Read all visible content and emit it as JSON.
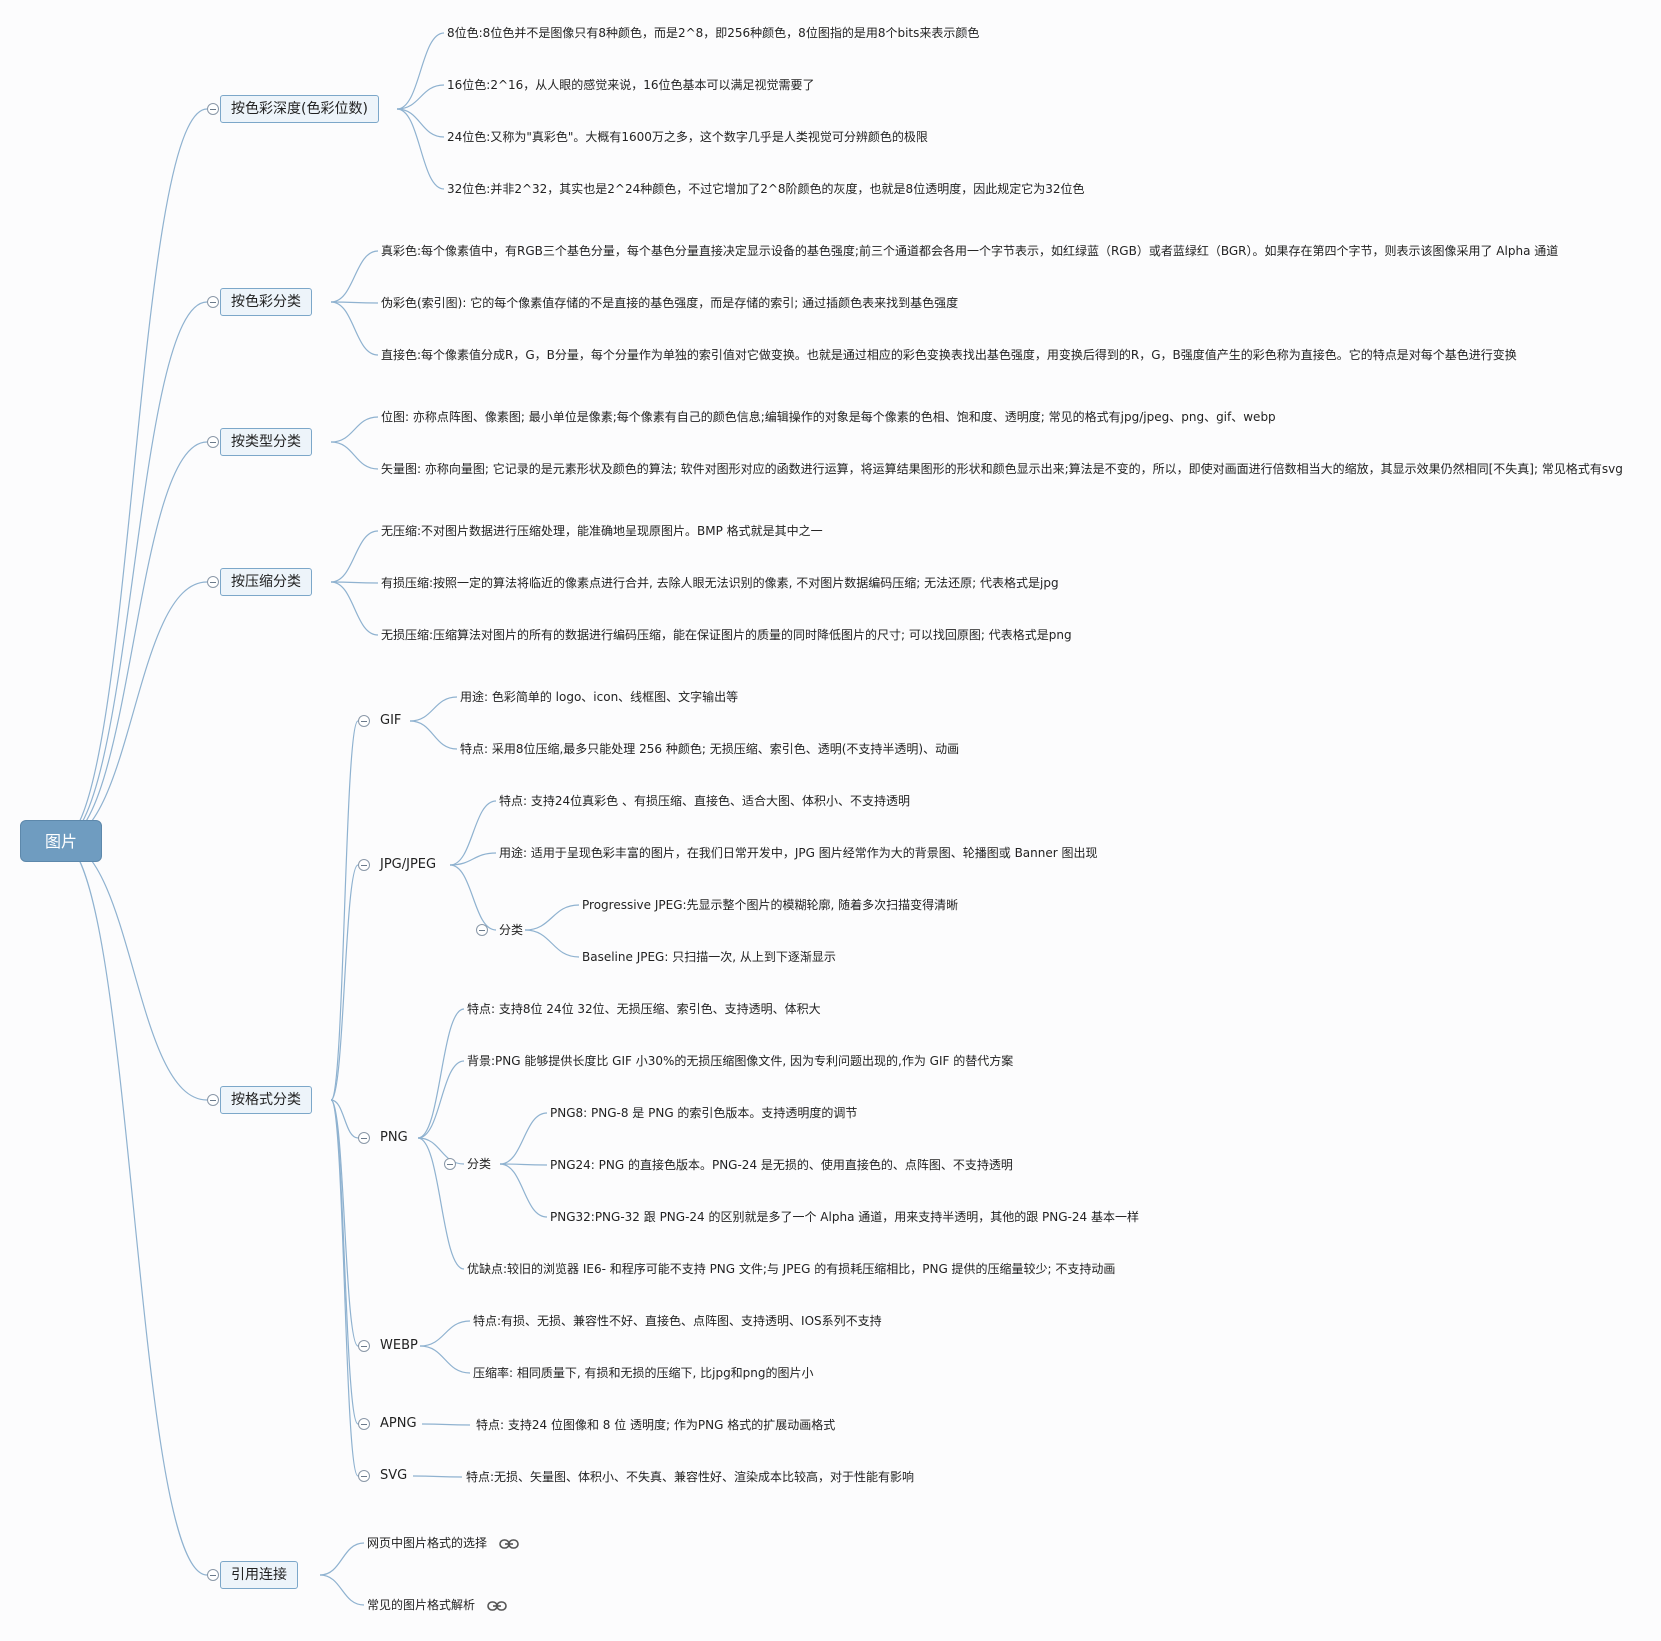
{
  "colors": {
    "root_bg": "#6f9cc0",
    "main_bg": "#edf4fa",
    "main_border": "#7ca7c9",
    "line": "#8fb2d0"
  },
  "root": {
    "title": "图片"
  },
  "branches": {
    "depth": {
      "title": "按色彩深度(色彩位数)",
      "items": [
        "8位色:8位色并不是图像只有8种颜色，而是2^8，即256种颜色，8位图指的是用8个bits来表示颜色",
        "16位色:2^16，从人眼的感觉来说，16位色基本可以满足视觉需要了",
        "24位色:又称为\"真彩色\"。大概有1600万之多，这个数字几乎是人类视觉可分辨颜色的极限",
        "32位色:并非2^32，其实也是2^24种颜色，不过它增加了2^8阶颜色的灰度，也就是8位透明度，因此规定它为32位色"
      ]
    },
    "color": {
      "title": "按色彩分类",
      "items": [
        "真彩色:每个像素值中，有RGB三个基色分量，每个基色分量直接决定显示设备的基色强度;前三个通道都会各用一个字节表示，如红绿蓝（RGB）或者蓝绿红（BGR）。如果存在第四个字节，则表示该图像采用了 Alpha 通道",
        "伪彩色(索引图): 它的每个像素值存储的不是直接的基色强度，而是存储的索引; 通过插颜色表来找到基色强度",
        "直接色:每个像素值分成R，G，B分量，每个分量作为单独的索引值对它做变换。也就是通过相应的彩色变换表找出基色强度，用变换后得到的R，G，B强度值产生的彩色称为直接色。它的特点是对每个基色进行变换"
      ]
    },
    "type": {
      "title": "按类型分类",
      "items": [
        "位图: 亦称点阵图、像素图; 最小单位是像素;每个像素有自己的颜色信息;编辑操作的对象是每个像素的色相、饱和度、透明度; 常见的格式有jpg/jpeg、png、gif、webp",
        "矢量图: 亦称向量图; 它记录的是元素形状及颜色的算法; 软件对图形对应的函数进行运算，将运算结果图形的形状和颜色显示出来;算法是不变的，所以，即使对画面进行倍数相当大的缩放，其显示效果仍然相同[不失真]; 常见格式有svg"
      ]
    },
    "compress": {
      "title": "按压缩分类",
      "items": [
        "无压缩:不对图片数据进行压缩处理，能准确地呈现原图片。BMP 格式就是其中之一",
        "有损压缩:按照一定的算法将临近的像素点进行合并, 去除人眼无法识别的像素, 不对图片数据编码压缩; 无法还原; 代表格式是jpg",
        "无损压缩:压缩算法对图片的所有的数据进行编码压缩，能在保证图片的质量的同时降低图片的尺寸; 可以找回原图; 代表格式是png"
      ]
    },
    "format": {
      "title": "按格式分类",
      "gif": {
        "label": "GIF",
        "items": [
          "用途: 色彩简单的 logo、icon、线框图、文字输出等",
          "特点: 采用8位压缩,最多只能处理 256 种颜色; 无损压缩、索引色、透明(不支持半透明)、动画"
        ]
      },
      "jpg": {
        "label": "JPG/JPEG",
        "items": [
          "特点: 支持24位真彩色 、有损压缩、直接色、适合大图、体积小、不支持透明",
          "用途: 适用于呈现色彩丰富的图片，在我们日常开发中，JPG 图片经常作为大的背景图、轮播图或 Banner 图出现"
        ],
        "sub": {
          "label": "分类",
          "items": [
            "Progressive JPEG:先显示整个图片的模糊轮廓, 随着多次扫描变得清晰",
            "Baseline JPEG: 只扫描一次, 从上到下逐渐显示"
          ]
        }
      },
      "png": {
        "label": "PNG",
        "items": [
          "特点: 支持8位 24位 32位、无损压缩、索引色、支持透明、体积大",
          "背景:PNG 能够提供长度比 GIF 小30%的无损压缩图像文件, 因为专利问题出现的,作为 GIF 的替代方案",
          "优缺点:较旧的浏览器 IE6- 和程序可能不支持 PNG 文件;与 JPEG 的有损耗压缩相比，PNG 提供的压缩量较少; 不支持动画"
        ],
        "sub": {
          "label": "分类",
          "items": [
            "PNG8: PNG-8 是 PNG 的索引色版本。支持透明度的调节",
            "PNG24: PNG 的直接色版本。PNG-24 是无损的、使用直接色的、点阵图、不支持透明",
            "PNG32:PNG-32 跟 PNG-24 的区别就是多了一个 Alpha 通道，用来支持半透明，其他的跟 PNG-24 基本一样"
          ]
        }
      },
      "webp": {
        "label": "WEBP",
        "items": [
          "特点:有损、无损、兼容性不好、直接色、点阵图、支持透明、IOS系列不支持",
          "压缩率: 相同质量下, 有损和无损的压缩下, 比jpg和png的图片小"
        ]
      },
      "apng": {
        "label": "APNG",
        "items": [
          "特点: 支持24 位图像和 8 位 透明度; 作为PNG 格式的扩展动画格式"
        ]
      },
      "svg": {
        "label": "SVG",
        "items": [
          "特点:无损、矢量图、体积小、不失真、兼容性好、渲染成本比较高，对于性能有影响"
        ]
      }
    },
    "links": {
      "title": "引用连接",
      "items": [
        "网页中图片格式的选择",
        "常见的图片格式解析"
      ],
      "icon": "link-icon"
    }
  }
}
